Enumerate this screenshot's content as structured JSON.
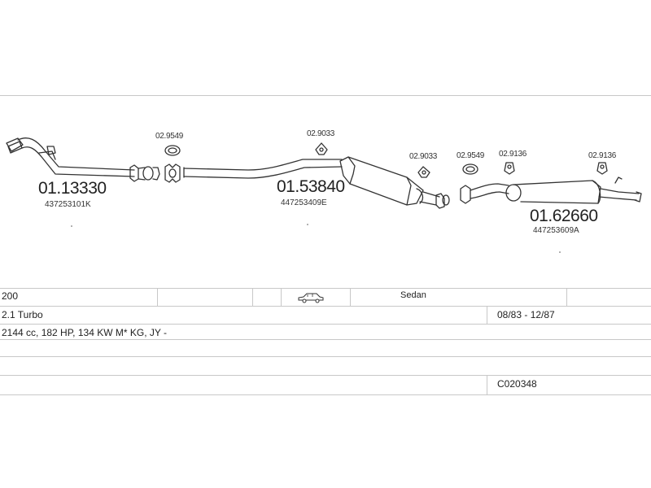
{
  "parts": [
    {
      "number": "01.13330",
      "oe": "437253101K"
    },
    {
      "number": "01.53840",
      "oe": "447253409E"
    },
    {
      "number": "01.62660",
      "oe": "447253609A"
    }
  ],
  "accessories": [
    "02.9549",
    "02.9033",
    "02.9033",
    "02.9549",
    "02.9136",
    "02.9136"
  ],
  "vehicle": {
    "model": "200",
    "body": "Sedan",
    "engine": "2.1 Turbo",
    "years": "08/83 - 12/87",
    "specs": "2144 cc, 182 HP, 134 KW M* KG, JY -",
    "code": "C020348"
  },
  "icons": {
    "car": "sedan-car-icon",
    "gasket": "gasket-ring-icon",
    "clamp": "clamp-icon",
    "hanger": "rubber-hanger-icon"
  }
}
